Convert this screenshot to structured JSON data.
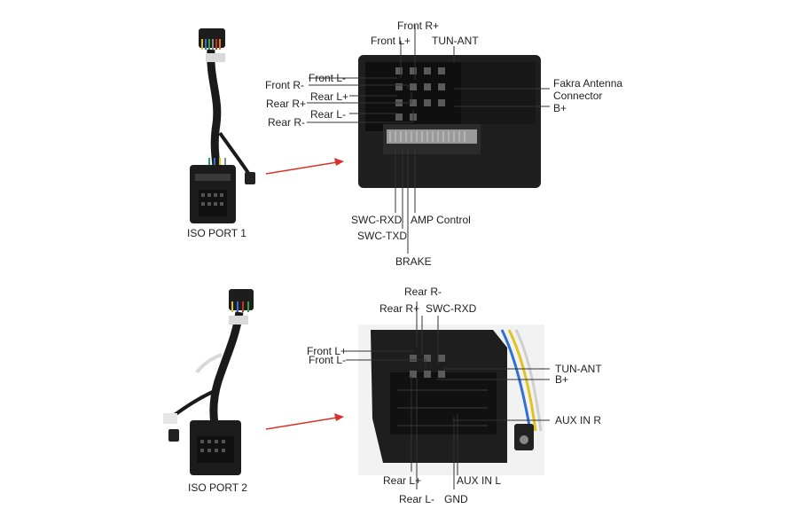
{
  "port1": {
    "caption": "ISO PORT 1",
    "labels": {
      "front_r_plus": "Front R+",
      "front_l_plus": "Front L+",
      "tun_ant": "TUN-ANT",
      "front_l_minus": "Front L-",
      "front_r_minus": "Front R-",
      "rear_l_plus": "Rear L+",
      "rear_r_plus": "Rear R+",
      "rear_l_minus": "Rear L-",
      "rear_r_minus": "Rear R-",
      "fakra_1": "Fakra Antenna",
      "fakra_2": "Connector",
      "b_plus": "B+",
      "swc_rxd": "SWC-RXD",
      "amp_control": "AMP Control",
      "swc_txd": "SWC-TXD",
      "brake": "BRAKE"
    }
  },
  "port2": {
    "caption": "ISO PORT 2",
    "labels": {
      "rear_r_minus": "Rear R-",
      "rear_r_plus": "Rear R+",
      "swc_rxd": "SWC-RXD",
      "front_l_plus": "Front L+",
      "front_l_minus": "Front L-",
      "tun_ant": "TUN-ANT",
      "b_plus": "B+",
      "aux_in_r": "AUX IN R",
      "rear_l_plus": "Rear L+",
      "aux_in_l": "AUX IN L",
      "rear_l_minus": "Rear L-",
      "gnd": "GND"
    }
  },
  "colors": {
    "arrow": "#d9342b",
    "connector": "#1c1c1c",
    "leader": "#333333"
  }
}
